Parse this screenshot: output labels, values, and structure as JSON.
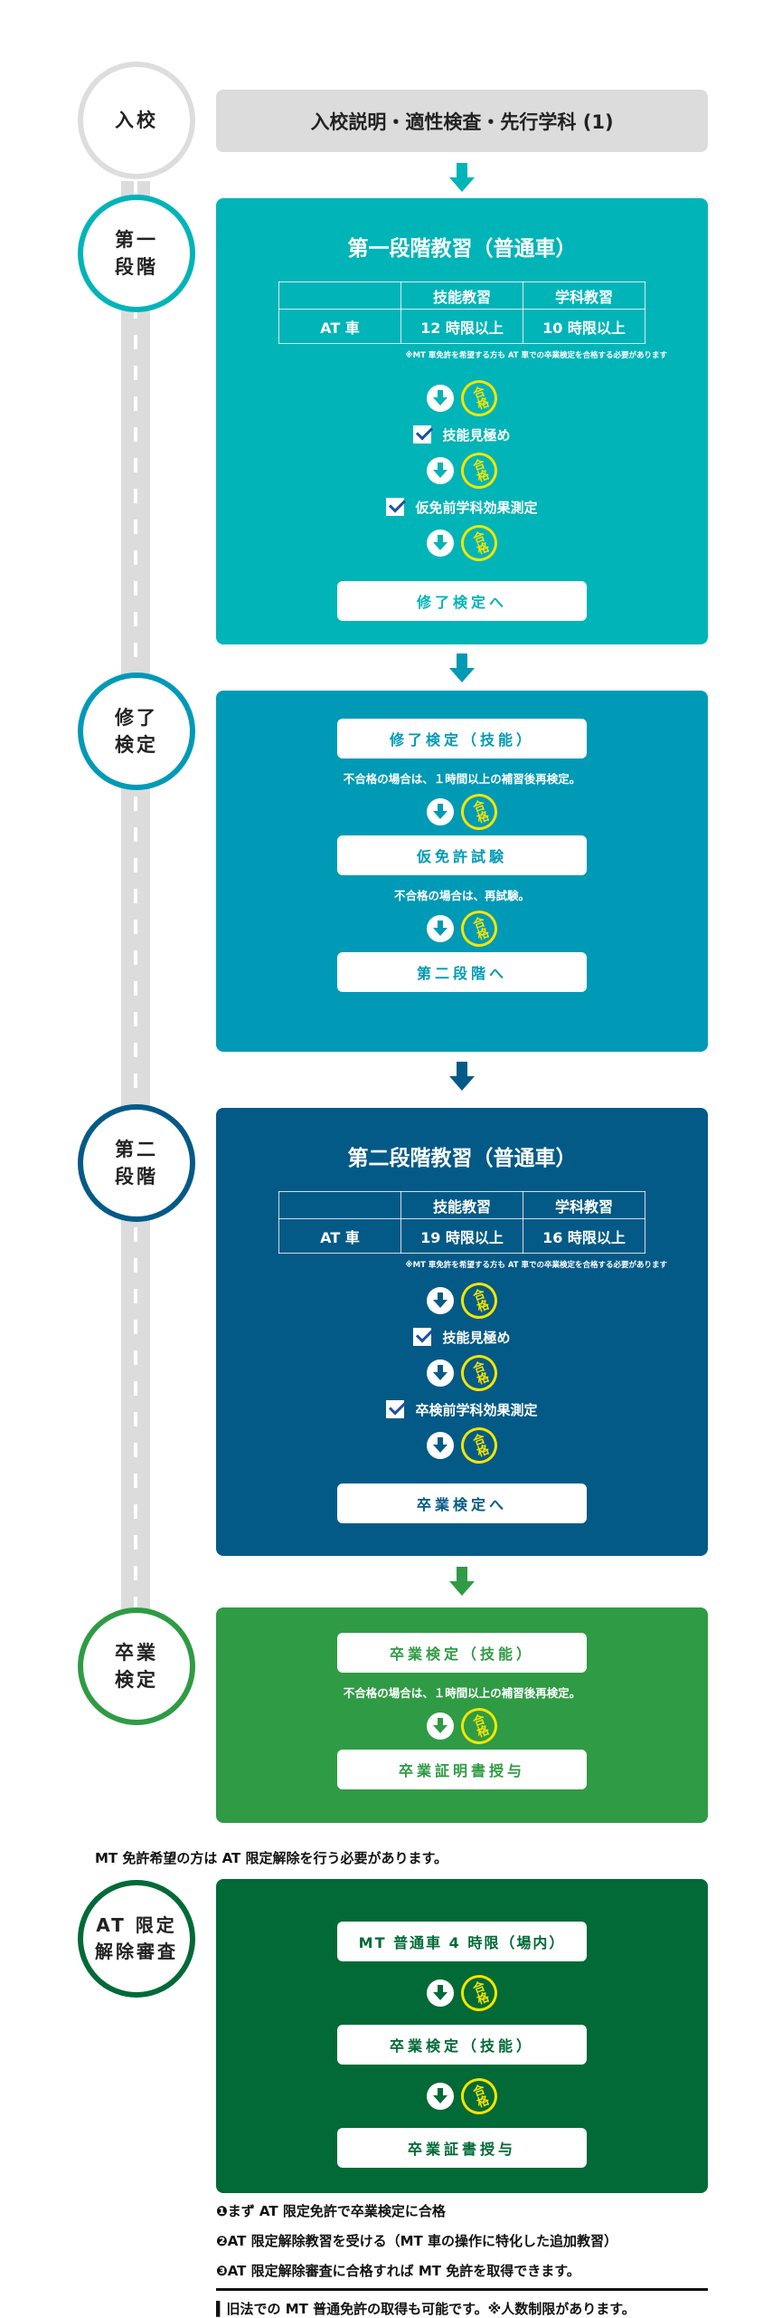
{
  "colors": {
    "step1": "#00b4b8",
    "kentei": "#009ab6",
    "step2": "#045a87",
    "sotsugyo": "#2f9b45",
    "at": "#016a37"
  },
  "stages": {
    "nyuko": "入校",
    "dai1": "第一\n段階",
    "shuryo": "修了\n検定",
    "dai2": "第二\n段階",
    "sotsugyo": "卒業\n検定",
    "at": "AT 限定\n解除審査"
  },
  "nyuko_box": "入校説明・適性検査・先行学科 (1)",
  "pass_stamp": "合格",
  "table_headers": [
    "",
    "技能教習",
    "学科教習"
  ],
  "row_label": "AT 車",
  "note": "※MT 車免許を希望する方も AT 車での卒業検定を合格する必要があります",
  "dai1": {
    "title": "第一段階教習（普通車）",
    "ginou": "12 時限以上",
    "gakka": "10 時限以上",
    "check1": "技能見極め",
    "check2": "仮免前学科効果測定",
    "button": "修了検定へ"
  },
  "shuryo": {
    "btn1": "修了検定（技能）",
    "msg1": "不合格の場合は、１時間以上の補習後再検定。",
    "btn2": "仮免許試験",
    "msg2": "不合格の場合は、再試験。",
    "btn3": "第二段階へ"
  },
  "dai2": {
    "title": "第二段階教習（普通車）",
    "ginou": "19 時限以上",
    "gakka": "16 時限以上",
    "check1": "技能見極め",
    "check2": "卒検前学科効果測定",
    "button": "卒業検定へ"
  },
  "sotsugyo": {
    "btn1": "卒業検定（技能）",
    "msg1": "不合格の場合は、１時間以上の補習後再検定。",
    "btn2": "卒業証明書授与"
  },
  "mt_notice": "MT 免許希望の方は AT 限定解除を行う必要があります。",
  "at": {
    "btn1": "MT 普通車 4 時限（場内）",
    "btn2": "卒業検定（技能）",
    "btn3": "卒業証書授与"
  },
  "notes": [
    "❶まず AT 限定免許で卒業検定に合格",
    "❷AT 限定解除教習を受ける（MT 車の操作に特化した追加教習）",
    "❸AT 限定解除審査に合格すれば MT 免許を取得できます。"
  ],
  "footer": "▍旧法での MT 普通免許の取得も可能です。※人数制限があります。"
}
